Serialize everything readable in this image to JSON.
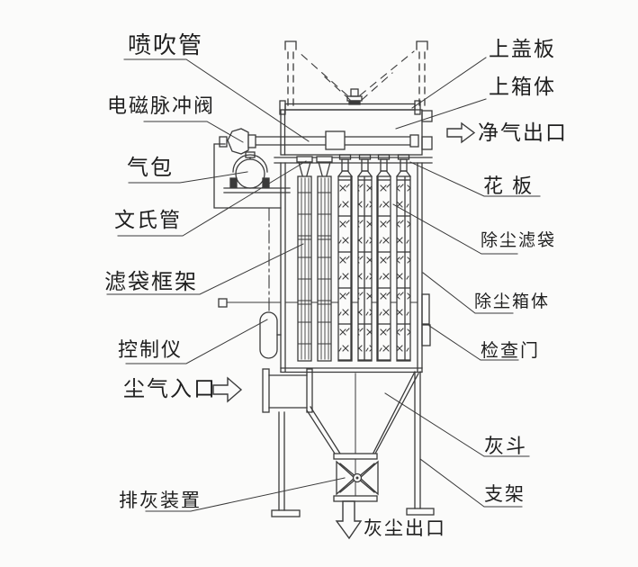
{
  "diagram": {
    "type": "pulse-jet-bag-filter-structure-diagram",
    "colors": {
      "line": "#3a3a3a",
      "text": "#1f1f1f",
      "background": "#fbfbfa"
    },
    "labels": {
      "blow_pipe": "喷吹管",
      "pulse_valve": "电磁脉冲阀",
      "air_bag": "气包",
      "venturi": "文氏管",
      "bag_cage": "滤袋框架",
      "controller": "控制仪",
      "dusty_air_inlet": "尘气入口",
      "ash_discharge": "排灰装置",
      "top_cover": "上盖板",
      "upper_box": "上箱体",
      "clean_air_outlet": "净气出口",
      "tube_sheet": "花 板",
      "filter_bag": "除尘滤袋",
      "collector_box": "除尘箱体",
      "inspection_door": "检查门",
      "ash_hopper": "灰斗",
      "support": "支架",
      "dust_outlet": "灰尘出口"
    },
    "icons": {
      "clean_air_outlet_arrow": "right-arrow",
      "dusty_air_inlet_arrow": "right-arrow",
      "dust_outlet_arrow": "down-arrow"
    }
  }
}
